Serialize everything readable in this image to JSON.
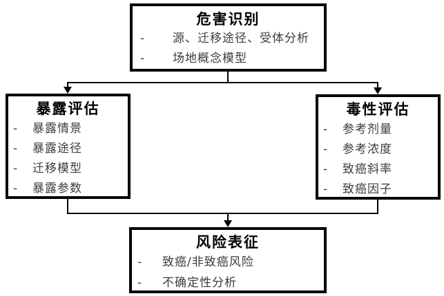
{
  "bullet_marker": "-",
  "boxes": {
    "hazard": {
      "title": "危害识别",
      "items": [
        "源、迁移途径、受体分析",
        "场地概念模型"
      ]
    },
    "exposure": {
      "title": "暴露评估",
      "items": [
        "暴露情景",
        "暴露途径",
        "迁移模型",
        "暴露参数"
      ]
    },
    "toxicity": {
      "title": "毒性评估",
      "items": [
        "参考剂量",
        "参考浓度",
        "致癌斜率",
        "致癌因子"
      ]
    },
    "risk": {
      "title": "风险表征",
      "items": [
        "致癌/非致癌风险",
        "不确定性分析"
      ]
    }
  },
  "colors": {
    "background": "#ffffff",
    "border": "#000000",
    "title_text": "#000000",
    "item_text": "#3c3c3c",
    "connector": "#000000"
  }
}
